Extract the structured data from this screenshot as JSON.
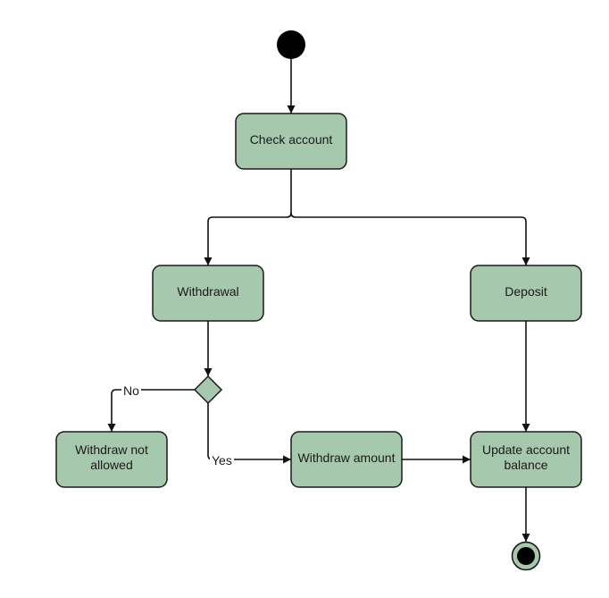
{
  "diagram": {
    "nodes": {
      "check_account": "Check account",
      "withdrawal": "Withdrawal",
      "deposit": "Deposit",
      "withdraw_not_allowed": [
        "Withdraw not",
        "allowed"
      ],
      "withdraw_amount": "Withdraw amount",
      "update_balance": [
        "Update account",
        "balance"
      ]
    },
    "edge_labels": {
      "no": "No",
      "yes": "Yes"
    }
  },
  "colors": {
    "node_fill": "#a6c8ac",
    "stroke": "#111111",
    "start_fill": "#000000"
  }
}
